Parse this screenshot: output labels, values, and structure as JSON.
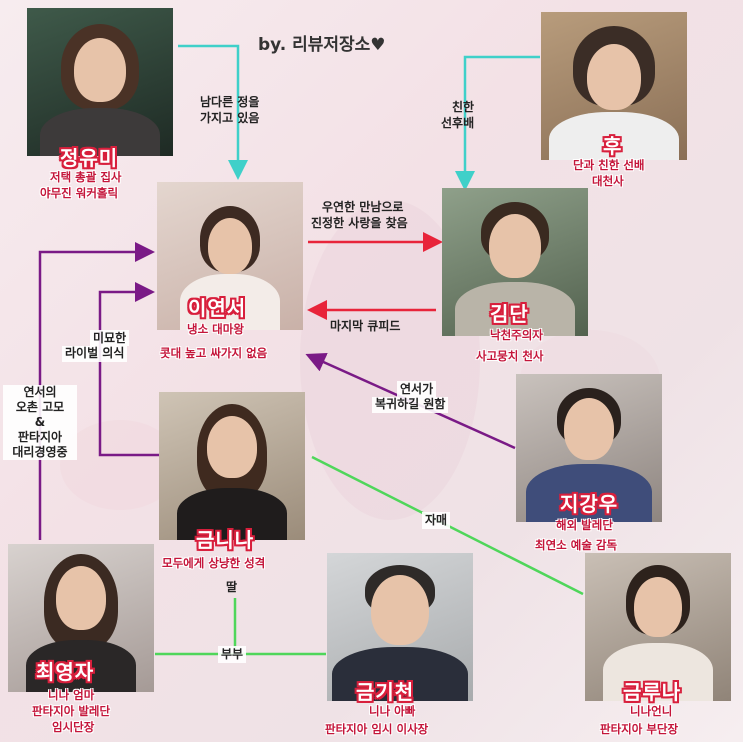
{
  "title": "by. 리뷰저장소♥",
  "characters": {
    "jeongyumi": {
      "name": "정유미",
      "desc1": "저택 총괄 집사",
      "desc2": "야무진 워커홀릭"
    },
    "hu": {
      "name": "후",
      "desc1": "단과 친한 선배",
      "desc2": "대천사"
    },
    "iyeonseo": {
      "name": "이연서",
      "desc1": "냉소 대마왕",
      "desc2": "콧대 높고 싸가지 없음"
    },
    "gimdan": {
      "name": "김단",
      "desc1": "낙천주의자",
      "desc2": "사고뭉치 천사"
    },
    "jigangwoo": {
      "name": "지강우",
      "desc1": "해외 발레단",
      "desc2": "최연소 예술 감독"
    },
    "geumnina": {
      "name": "금니나",
      "desc1": "모두에게 상냥한 성격"
    },
    "choeyeongja": {
      "name": "최영자",
      "desc1": "니나 엄마",
      "desc2": "판타지아 발레단",
      "desc3": "임시단장"
    },
    "geumgicheon": {
      "name": "금기천",
      "desc1": "니나 아빠",
      "desc2": "판타지아 임시 이사장"
    },
    "geumruna": {
      "name": "금루나",
      "desc1": "니나언니",
      "desc2": "판타지아 부단장"
    }
  },
  "relations": {
    "yumi_yeonseo1": "남다른 정을",
    "yumi_yeonseo2": "가지고 있음",
    "hu_dan1": "친한",
    "hu_dan2": "선후배",
    "yeonseo_dan1": "우연한 만남으로",
    "yeonseo_dan2": "진정한 사랑을 찾음",
    "dan_yeonseo": "마지막 큐피드",
    "rival1": "미묘한",
    "rival2": "라이벌 의식",
    "kang_yeonseo1": "연서가",
    "kang_yeonseo2": "복귀하길 원함",
    "choe_yeonseo1": "연서의",
    "choe_yeonseo2": "오촌 고모",
    "choe_yeonseo3": "&",
    "choe_yeonseo4": "판타지아",
    "choe_yeonseo5": "대리경영중",
    "sisters": "자매",
    "daughter": "딸",
    "couple": "부부"
  },
  "colors": {
    "cyan": "#3fd0c9",
    "red": "#e8243a",
    "purple": "#7a1a86",
    "green": "#4fd65a",
    "name_outline": "#d81f3c",
    "desc_text": "#c4153a"
  }
}
